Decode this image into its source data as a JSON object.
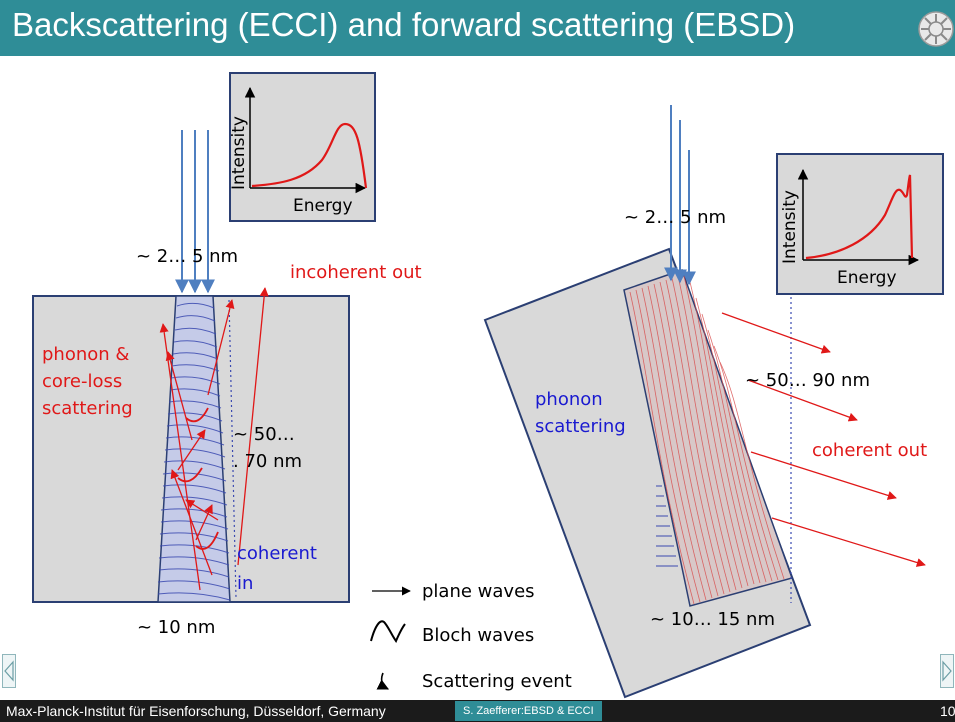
{
  "slide": {
    "title": "Backscattering (ECCI) and forward scattering (EBSD)",
    "footer_left": "Max-Planck-Institut für Eisenforschung, Düsseldorf, Germany",
    "footer_mid": "S. Zaefferer:EBSD & ECCI",
    "page_number": "10"
  },
  "left": {
    "inset": {
      "ylabel": "Intensity",
      "xlabel": "Energy"
    },
    "beam_width": "~ 2… 5 nm",
    "incoherent_out": "incoherent out",
    "phonon_core_loss": [
      "phonon &",
      "core-loss",
      "scattering"
    ],
    "depth": [
      "~ 50…",
      ". 70 nm"
    ],
    "coherent_in": [
      "coherent",
      "in"
    ],
    "bottom_width": "~ 10 nm"
  },
  "right": {
    "beam_width": "~ 2… 5 nm",
    "inset": {
      "ylabel": "Intensity",
      "xlabel": "Energy"
    },
    "depth": "~ 50… 90 nm",
    "phonon_scattering": [
      "phonon",
      "scattering"
    ],
    "coherent_out": "coherent out",
    "bottom_width": "~ 10… 15 nm"
  },
  "legend": {
    "plane_waves": "plane waves",
    "bloch_waves": "Bloch waves",
    "scattering_event": "Scattering event"
  },
  "colors": {
    "title_bar": "#2f8d97",
    "beam": "#4f7fc0",
    "red": "#e01818",
    "sample_fill": "#d9d9d9",
    "sample_stroke": "#2b3f73"
  }
}
